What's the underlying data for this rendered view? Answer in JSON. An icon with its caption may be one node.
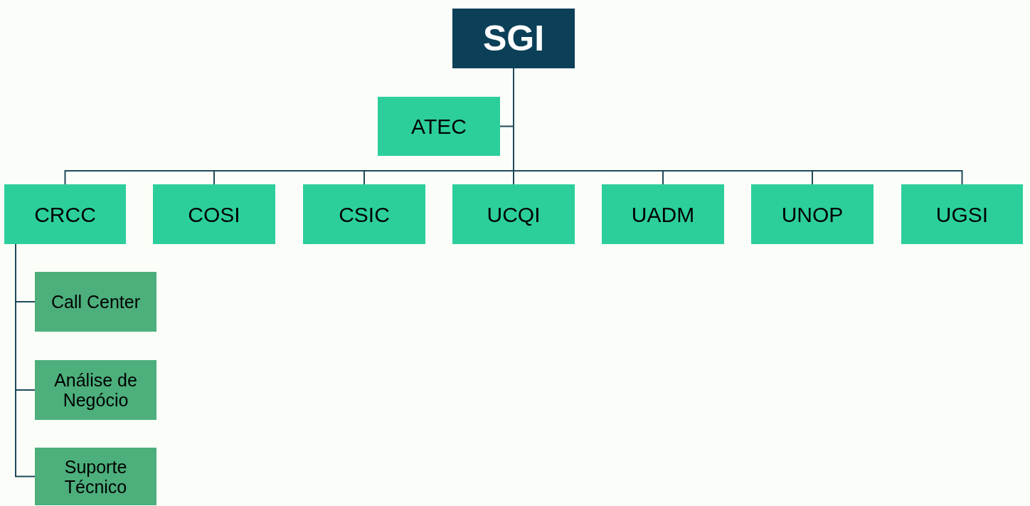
{
  "diagram": {
    "nodes": [
      {
        "text": [
          "SGI"
        ]
      },
      {
        "text": [
          "ATEC"
        ]
      },
      {
        "text": [
          "CRCC"
        ]
      },
      {
        "text": [
          "COSI"
        ]
      },
      {
        "text": [
          "CSIC"
        ]
      },
      {
        "text": [
          "UCQI"
        ]
      },
      {
        "text": [
          "UADM"
        ]
      },
      {
        "text": [
          "UNOP"
        ]
      },
      {
        "text": [
          "UGSI"
        ]
      },
      {
        "text": [
          "Call Center"
        ]
      },
      {
        "text": [
          "Análise de Negócio"
        ]
      },
      {
        "text": [
          "Suporte Técnico"
        ]
      }
    ],
    "edges": [
      {
        "from": 0,
        "to": 1,
        "arrow": "none"
      },
      {
        "from": 0,
        "to": 2,
        "arrow": "none"
      },
      {
        "from": 0,
        "to": 3,
        "arrow": "none"
      },
      {
        "from": 0,
        "to": 4,
        "arrow": "none"
      },
      {
        "from": 0,
        "to": 5,
        "arrow": "none"
      },
      {
        "from": 0,
        "to": 6,
        "arrow": "none"
      },
      {
        "from": 0,
        "to": 7,
        "arrow": "none"
      },
      {
        "from": 0,
        "to": 8,
        "arrow": "none"
      },
      {
        "from": 2,
        "to": 9,
        "arrow": "none"
      },
      {
        "from": 2,
        "to": 10,
        "arrow": "none"
      },
      {
        "from": 2,
        "to": 11,
        "arrow": "none"
      }
    ]
  }
}
